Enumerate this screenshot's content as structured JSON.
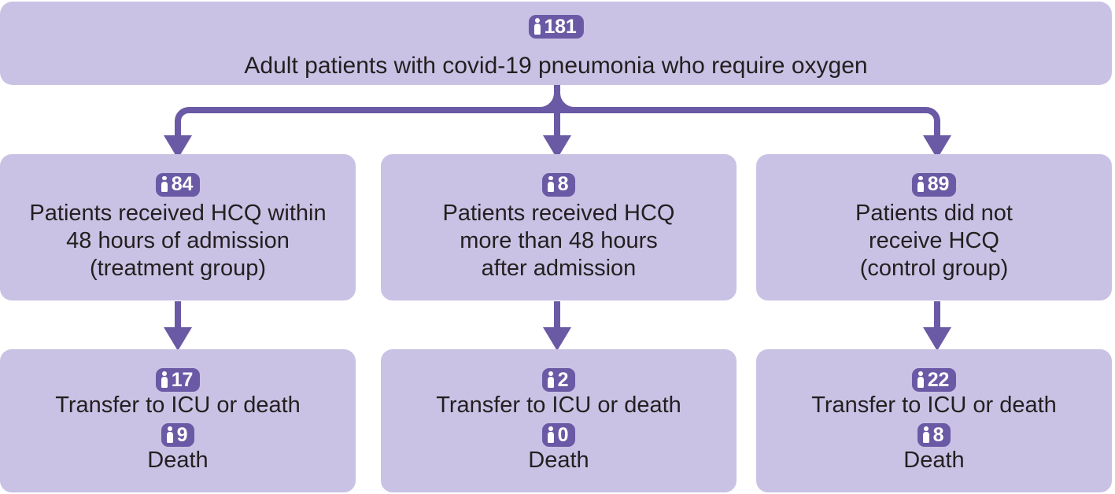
{
  "colors": {
    "box_fill": "#c9c2e4",
    "badge_fill": "#6a5aa5",
    "arrow": "#6a5aa5",
    "text": "#231f20",
    "background": "#ffffff"
  },
  "chart_data": {
    "type": "flowchart",
    "title": "Adult patients with covid-19 pneumonia who require oxygen",
    "total": 181,
    "nodes": [
      {
        "id": "root",
        "count": 181,
        "label": "Adult patients with covid-19 pneumonia who require oxygen"
      },
      {
        "id": "treatment",
        "count": 84,
        "label": "Patients received HCQ  within 48 hours of admission (treatment group)"
      },
      {
        "id": "late",
        "count": 8,
        "label": "Patients received HCQ more than 48 hours after admission"
      },
      {
        "id": "control",
        "count": 89,
        "label": "Patients did not receive HCQ (control group)"
      },
      {
        "id": "treatment-outcome",
        "icu_or_death": 17,
        "death": 9
      },
      {
        "id": "late-outcome",
        "icu_or_death": 2,
        "death": 0
      },
      {
        "id": "control-outcome",
        "icu_or_death": 22,
        "death": 8
      }
    ]
  },
  "root": {
    "count": "181",
    "title": "Adult patients with covid-19 pneumonia who require oxygen"
  },
  "groups": [
    {
      "count": "84",
      "text": "Patients received HCQ  within\n48 hours of admission\n(treatment group)"
    },
    {
      "count": "8",
      "text": "Patients received HCQ\nmore than 48 hours\nafter admission"
    },
    {
      "count": "89",
      "text": "Patients did not\nreceive HCQ\n(control group)"
    }
  ],
  "outcomes": [
    {
      "icu_count": "17",
      "icu_label": "Transfer to ICU or death",
      "death_count": "9",
      "death_label": "Death"
    },
    {
      "icu_count": "2",
      "icu_label": "Transfer to ICU or death",
      "death_count": "0",
      "death_label": "Death"
    },
    {
      "icu_count": "22",
      "icu_label": "Transfer to ICU or death",
      "death_count": "8",
      "death_label": "Death"
    }
  ]
}
